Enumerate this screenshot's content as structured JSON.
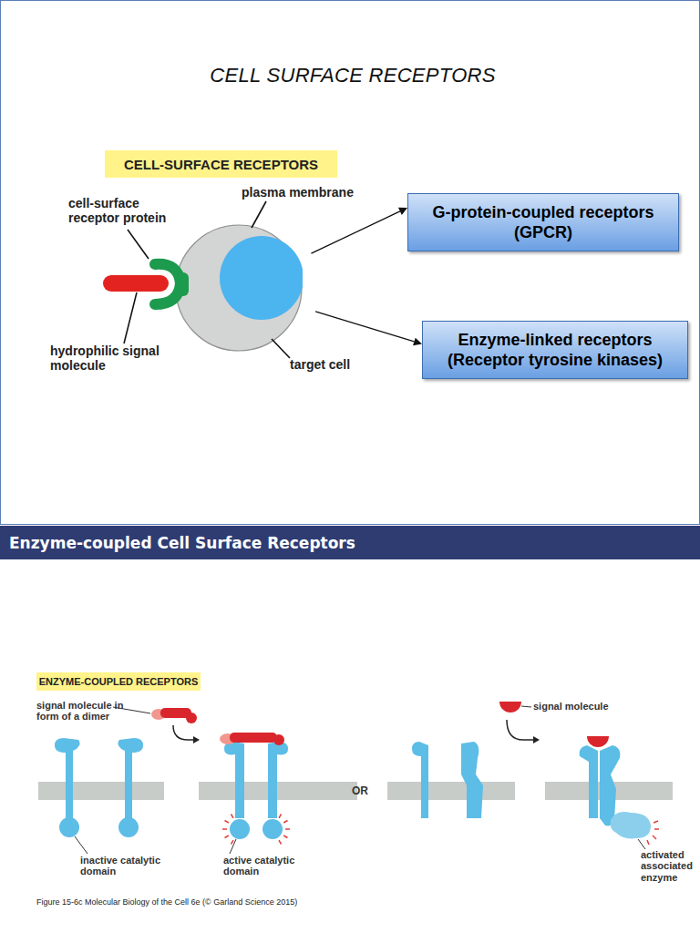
{
  "diagram": {
    "title": "CELL SURFACE RECEPTORS",
    "caption": "Figure 15-6c Molecular Biology of the Cell 6e (© Garland Science 2015)",
    "nodes": [
      {
        "text": [
          "CELL-SURFACE RECEPTORS"
        ]
      },
      {
        "text": [
          "target cell"
        ]
      },
      {
        "text": [
          "G-protein-coupled receptors (GPCR)"
        ]
      },
      {
        "text": [
          "Enzyme-linked receptors (Receptor tyrosine kinases)"
        ]
      },
      {
        "text": [
          "Enzyme-coupled Cell Surface Receptors"
        ]
      },
      {
        "text": [
          "ENZYME-COUPLED RECEPTORS"
        ]
      }
    ],
    "edges": [
      {
        "from": 1,
        "to": 2,
        "arrow": "to"
      },
      {
        "from": 1,
        "to": 3,
        "arrow": "to"
      }
    ],
    "labels": [
      "cell-surface receptor protein",
      "plasma membrane",
      "hydrophilic signal molecule",
      "signal molecule in form of a dimer",
      "inactive catalytic domain",
      "active catalytic domain",
      "OR",
      "signal molecule",
      "activated associated enzyme"
    ]
  }
}
